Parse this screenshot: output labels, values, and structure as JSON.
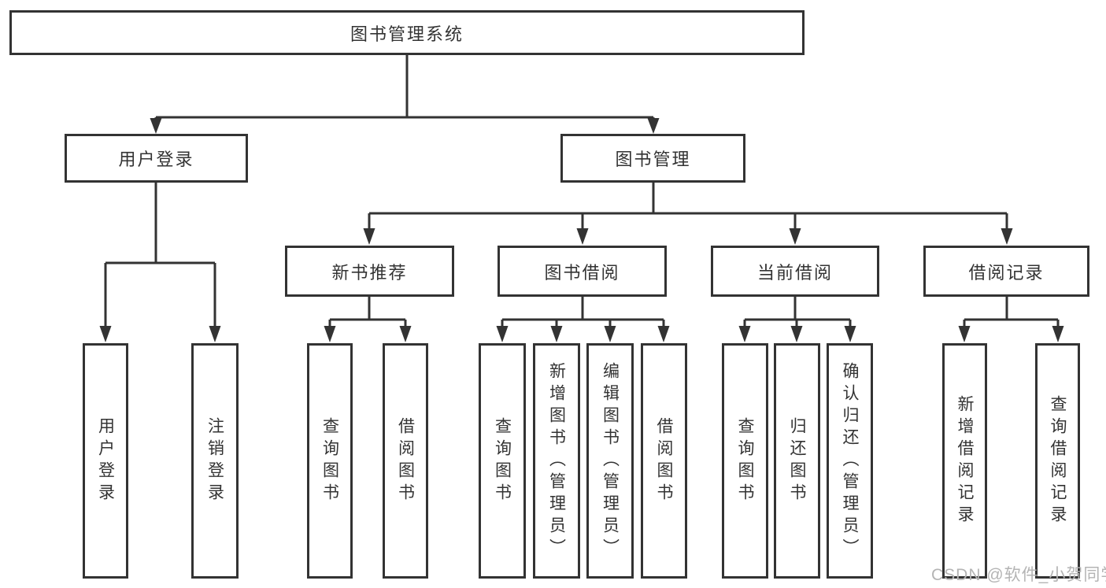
{
  "diagram": {
    "nodes": {
      "root": "图书管理系统",
      "user_login": "用户登录",
      "book_management": "图书管理",
      "new_book_recommend": "新书推荐",
      "book_borrowing": "图书借阅",
      "current_borrowing": "当前借阅",
      "borrowing_records": "借阅记录",
      "user_login_leaf": "用户登录",
      "logout_leaf": "注销登录",
      "nb_query_books": "查询图书",
      "nb_borrow_books": "借阅图书",
      "bb_query_books": "查询图书",
      "bb_add_books": "新增图书（管理员）",
      "bb_edit_books": "编辑图书（管理员）",
      "bb_borrow_books": "借阅图书",
      "cb_query_books": "查询图书",
      "cb_return_books": "归还图书",
      "cb_confirm_return": "确认归还（管理员）",
      "br_add_record": "新增借阅记录",
      "br_query_record": "查询借阅记录"
    }
  },
  "watermark": "CSDN @软件_小贺同学",
  "colors": {
    "line": "#333333",
    "box_border": "#333333",
    "box_background": "#ffffff",
    "text": "#333333",
    "watermark": "#b4b4b4"
  }
}
